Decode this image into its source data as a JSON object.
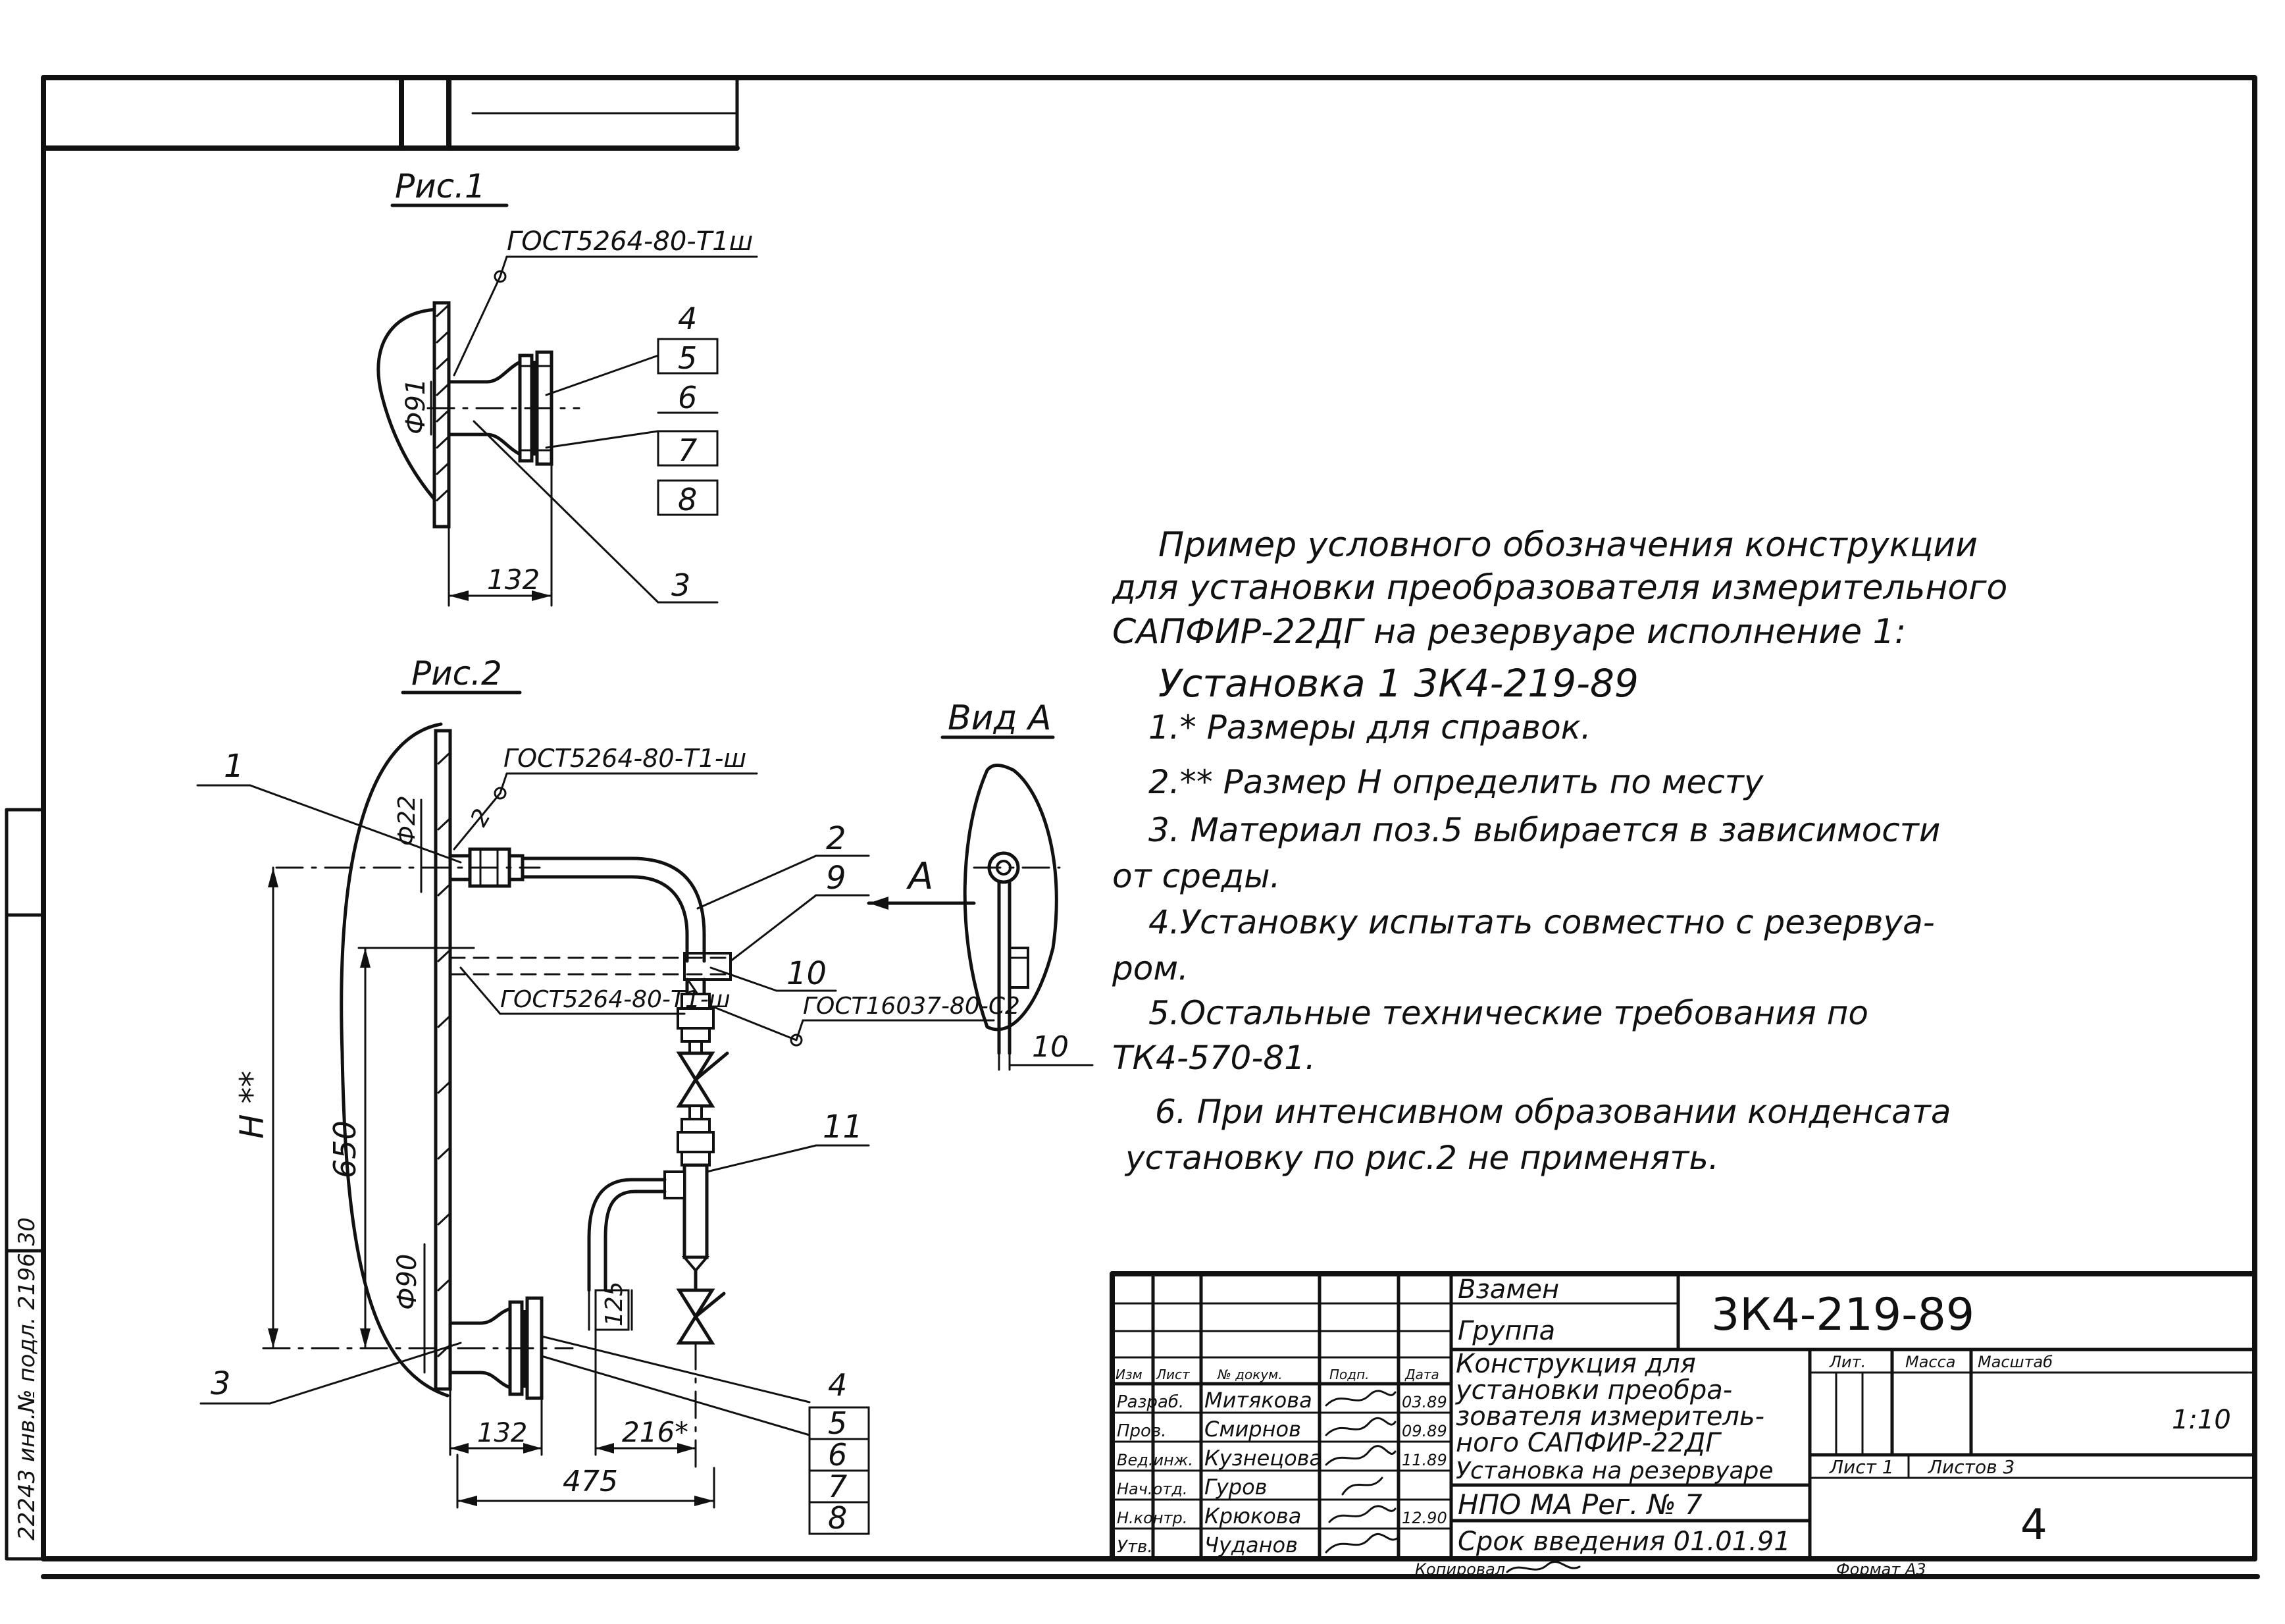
{
  "figures": {
    "fig1": {
      "title": "Рис.1",
      "weld_label": "ГОСТ5264-80-Т1ш",
      "dia_label": "Ф91",
      "dim_132": "132",
      "callouts": [
        "4",
        "5",
        "6",
        "7",
        "8",
        "3"
      ]
    },
    "fig2": {
      "title": "Рис.2",
      "weld_label_top": "ГОСТ5264-80-Т1-ш",
      "weld_label_mid": "ГОСТ5264-80-Т1-ш",
      "weld_label_valve": "ГОСТ16037-80-С2",
      "weld_num": "2",
      "dia_top": "Ф22",
      "dia_bottom": "Ф90",
      "dim_H": "Н **",
      "dim_650": "650",
      "dim_125": "125",
      "dim_216": "216*",
      "dim_132": "132",
      "dim_475": "475",
      "callouts_top": [
        "1",
        "2",
        "9",
        "10",
        "11"
      ],
      "callout_left": "3",
      "callouts_right": [
        "4",
        "5",
        "6",
        "7",
        "8"
      ],
      "arrow_label": "А"
    },
    "view_a": {
      "title": "Вид А",
      "dim_10": "10"
    }
  },
  "notes": {
    "lines": [
      "Пример условного обозначения конструкции",
      "для установки преобразователя измерительного",
      "САПФИР-22ДГ  на резервуаре исполнение 1:"
    ],
    "designation": "Установка 1  3К4-219-89",
    "items": [
      "1.* Размеры для справок.",
      "2.** Размер   Н   определить по месту",
      "3. Материал поз.5 выбирается в зависимости",
      "от среды.",
      "4.Установку испытать  совместно с резервуа-",
      "ром.",
      "5.Остальные технические требования по",
      "ТК4-570-81.",
      "6. При интенсивном образовании конденсата",
      "установку  по рис.2  не применять."
    ]
  },
  "title_block": {
    "replaces": "Взамен",
    "group": "Группа",
    "doc_number": "3К4-219-89",
    "title_lines": [
      "Конструкция для",
      "установки преобра-",
      "зователя измеритель-",
      "ного   САПФИР-22ДГ",
      "Установка на резервуаре"
    ],
    "org": "НПО МА Рег. № 7",
    "effective": "Срок введения 01.01.91",
    "headers": {
      "change": "Изм",
      "sheet": "Лист",
      "doc_no": "№ докум.",
      "sign": "Подп.",
      "date": "Дата",
      "lit": "Лит.",
      "mass": "Масса",
      "scale": "Масштаб"
    },
    "scale_value": "1:10",
    "sheet_info": "Лист 1",
    "sheets_total": "Листов 3",
    "page_number": "4",
    "staff": [
      {
        "role": "Разраб.",
        "name": "Митякова",
        "date": "03.89"
      },
      {
        "role": "Пров.",
        "name": "Смирнов",
        "date": "09.89"
      },
      {
        "role": "Вед.инж.",
        "name": "Кузнецова",
        "date": "11.89"
      },
      {
        "role": "Нач.отд.",
        "name": "Гуров",
        "date": ""
      },
      {
        "role": "Н.контр.",
        "name": "Крюкова",
        "date": "12.90"
      },
      {
        "role": "Утв.",
        "name": "Чуданов",
        "date": ""
      }
    ],
    "copied": "Копировал",
    "format": "Формат А3"
  },
  "margin_note": "22243 инв.№ подл. 2196 30"
}
